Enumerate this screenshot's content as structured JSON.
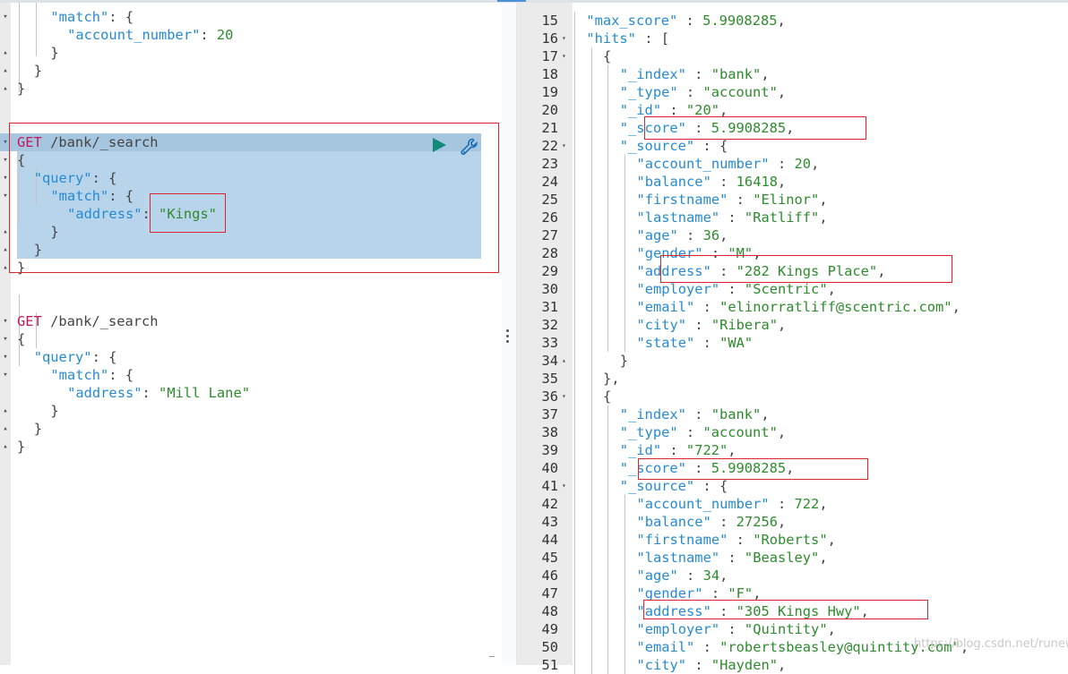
{
  "request_editor": {
    "lines": [
      [
        [
          "k",
          "\"match\""
        ],
        [
          "p",
          ": {"
        ]
      ],
      [
        [
          "k",
          "\"account_number\""
        ],
        [
          "p",
          ": "
        ],
        [
          "n",
          "20"
        ]
      ],
      [
        [
          "p",
          "}"
        ]
      ],
      [
        [
          "p",
          "}"
        ]
      ],
      [
        [
          "p",
          "}"
        ]
      ],
      [
        [
          "m",
          "GET"
        ],
        [
          "u",
          " /bank/_search"
        ]
      ],
      [
        [
          "p",
          "{"
        ]
      ],
      [
        [
          "k",
          "\"query\""
        ],
        [
          "p",
          ": {"
        ]
      ],
      [
        [
          "k",
          "\"match\""
        ],
        [
          "p",
          ": {"
        ]
      ],
      [
        [
          "k",
          "\"address\""
        ],
        [
          "p",
          ": "
        ],
        [
          "s",
          "\"Kings\""
        ]
      ],
      [
        [
          "p",
          "}"
        ]
      ],
      [
        [
          "p",
          "}"
        ]
      ],
      [
        [
          "p",
          "}"
        ]
      ],
      [
        [
          "m",
          "GET"
        ],
        [
          "u",
          " /bank/_search"
        ]
      ],
      [
        [
          "p",
          "{"
        ]
      ],
      [
        [
          "k",
          "\"query\""
        ],
        [
          "p",
          ": {"
        ]
      ],
      [
        [
          "k",
          "\"match\""
        ],
        [
          "p",
          ": {"
        ]
      ],
      [
        [
          "k",
          "\"address\""
        ],
        [
          "p",
          ": "
        ],
        [
          "s",
          "\"Mill Lane\""
        ]
      ],
      [
        [
          "p",
          "}"
        ]
      ],
      [
        [
          "p",
          "}"
        ]
      ],
      [
        [
          "p",
          "}"
        ]
      ]
    ],
    "run_icon": "play-icon",
    "settings_icon": "wrench-icon"
  },
  "response_viewer": {
    "first_line_number": 15,
    "lines": [
      [
        [
          "k",
          "\"max_score\""
        ],
        [
          "p",
          " : "
        ],
        [
          "n",
          "5.9908285"
        ],
        [
          "p",
          ","
        ]
      ],
      [
        [
          "k",
          "\"hits\""
        ],
        [
          "p",
          " : ["
        ]
      ],
      [
        [
          "p",
          "{"
        ]
      ],
      [
        [
          "k",
          "\"_index\""
        ],
        [
          "p",
          " : "
        ],
        [
          "s",
          "\"bank\""
        ],
        [
          "p",
          ","
        ]
      ],
      [
        [
          "k",
          "\"_type\""
        ],
        [
          "p",
          " : "
        ],
        [
          "s",
          "\"account\""
        ],
        [
          "p",
          ","
        ]
      ],
      [
        [
          "k",
          "\"_id\""
        ],
        [
          "p",
          " : "
        ],
        [
          "s",
          "\"20\""
        ],
        [
          "p",
          ","
        ]
      ],
      [
        [
          "k",
          "\"_score\""
        ],
        [
          "p",
          " : "
        ],
        [
          "n",
          "5.9908285"
        ],
        [
          "p",
          ","
        ]
      ],
      [
        [
          "k",
          "\"_source\""
        ],
        [
          "p",
          " : {"
        ]
      ],
      [
        [
          "k",
          "\"account_number\""
        ],
        [
          "p",
          " : "
        ],
        [
          "n",
          "20"
        ],
        [
          "p",
          ","
        ]
      ],
      [
        [
          "k",
          "\"balance\""
        ],
        [
          "p",
          " : "
        ],
        [
          "n",
          "16418"
        ],
        [
          "p",
          ","
        ]
      ],
      [
        [
          "k",
          "\"firstname\""
        ],
        [
          "p",
          " : "
        ],
        [
          "s",
          "\"Elinor\""
        ],
        [
          "p",
          ","
        ]
      ],
      [
        [
          "k",
          "\"lastname\""
        ],
        [
          "p",
          " : "
        ],
        [
          "s",
          "\"Ratliff\""
        ],
        [
          "p",
          ","
        ]
      ],
      [
        [
          "k",
          "\"age\""
        ],
        [
          "p",
          " : "
        ],
        [
          "n",
          "36"
        ],
        [
          "p",
          ","
        ]
      ],
      [
        [
          "k",
          "\"gender\""
        ],
        [
          "p",
          " : "
        ],
        [
          "s",
          "\"M\""
        ],
        [
          "p",
          ","
        ]
      ],
      [
        [
          "k",
          "\"address\""
        ],
        [
          "p",
          " : "
        ],
        [
          "s",
          "\"282 Kings Place\""
        ],
        [
          "p",
          ","
        ]
      ],
      [
        [
          "k",
          "\"employer\""
        ],
        [
          "p",
          " : "
        ],
        [
          "s",
          "\"Scentric\""
        ],
        [
          "p",
          ","
        ]
      ],
      [
        [
          "k",
          "\"email\""
        ],
        [
          "p",
          " : "
        ],
        [
          "s",
          "\"elinorratliff@scentric.com\""
        ],
        [
          "p",
          ","
        ]
      ],
      [
        [
          "k",
          "\"city\""
        ],
        [
          "p",
          " : "
        ],
        [
          "s",
          "\"Ribera\""
        ],
        [
          "p",
          ","
        ]
      ],
      [
        [
          "k",
          "\"state\""
        ],
        [
          "p",
          " : "
        ],
        [
          "s",
          "\"WA\""
        ]
      ],
      [
        [
          "p",
          "}"
        ]
      ],
      [
        [
          "p",
          "},"
        ]
      ],
      [
        [
          "p",
          "{"
        ]
      ],
      [
        [
          "k",
          "\"_index\""
        ],
        [
          "p",
          " : "
        ],
        [
          "s",
          "\"bank\""
        ],
        [
          "p",
          ","
        ]
      ],
      [
        [
          "k",
          "\"_type\""
        ],
        [
          "p",
          " : "
        ],
        [
          "s",
          "\"account\""
        ],
        [
          "p",
          ","
        ]
      ],
      [
        [
          "k",
          "\"_id\""
        ],
        [
          "p",
          " : "
        ],
        [
          "s",
          "\"722\""
        ],
        [
          "p",
          ","
        ]
      ],
      [
        [
          "k",
          "\"_score\""
        ],
        [
          "p",
          " : "
        ],
        [
          "n",
          "5.9908285"
        ],
        [
          "p",
          ","
        ]
      ],
      [
        [
          "k",
          "\"_source\""
        ],
        [
          "p",
          " : {"
        ]
      ],
      [
        [
          "k",
          "\"account_number\""
        ],
        [
          "p",
          " : "
        ],
        [
          "n",
          "722"
        ],
        [
          "p",
          ","
        ]
      ],
      [
        [
          "k",
          "\"balance\""
        ],
        [
          "p",
          " : "
        ],
        [
          "n",
          "27256"
        ],
        [
          "p",
          ","
        ]
      ],
      [
        [
          "k",
          "\"firstname\""
        ],
        [
          "p",
          " : "
        ],
        [
          "s",
          "\"Roberts\""
        ],
        [
          "p",
          ","
        ]
      ],
      [
        [
          "k",
          "\"lastname\""
        ],
        [
          "p",
          " : "
        ],
        [
          "s",
          "\"Beasley\""
        ],
        [
          "p",
          ","
        ]
      ],
      [
        [
          "k",
          "\"age\""
        ],
        [
          "p",
          " : "
        ],
        [
          "n",
          "34"
        ],
        [
          "p",
          ","
        ]
      ],
      [
        [
          "k",
          "\"gender\""
        ],
        [
          "p",
          " : "
        ],
        [
          "s",
          "\"F\""
        ],
        [
          "p",
          ","
        ]
      ],
      [
        [
          "k",
          "\"address\""
        ],
        [
          "p",
          " : "
        ],
        [
          "s",
          "\"305 Kings Hwy\""
        ],
        [
          "p",
          ","
        ]
      ],
      [
        [
          "k",
          "\"employer\""
        ],
        [
          "p",
          " : "
        ],
        [
          "s",
          "\"Quintity\""
        ],
        [
          "p",
          ","
        ]
      ],
      [
        [
          "k",
          "\"email\""
        ],
        [
          "p",
          " : "
        ],
        [
          "s",
          "\"robertsbeasley@quintity.com\""
        ],
        [
          "p",
          ","
        ]
      ],
      [
        [
          "k",
          "\"city\""
        ],
        [
          "p",
          " : "
        ],
        [
          "s",
          "\"Hayden\""
        ],
        [
          "p",
          ","
        ]
      ]
    ]
  },
  "watermark": "https://blog.csdn.net/runewbie",
  "colors": {
    "key": "#268bd2",
    "string": "#2e8b2e",
    "method": "#c2185b",
    "selection": "#b8d4ea",
    "annotation_box": "#d9262c"
  }
}
